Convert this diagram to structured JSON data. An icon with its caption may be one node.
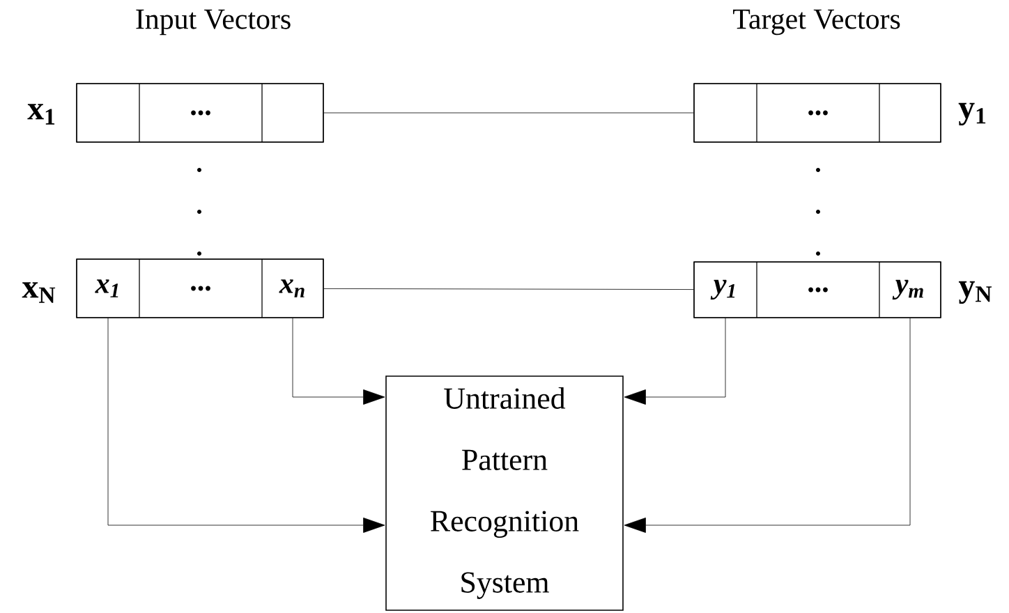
{
  "diagram": {
    "nodes": [
      {
        "text": [],
        "shape": "box",
        "beside": [
          "x$_{1}$"
        ]
      },
      {
        "text": [],
        "shape": "box",
        "in": 0
      },
      {
        "text": [
          "..."
        ],
        "in": 0
      },
      {
        "text": [],
        "shape": "box",
        "in": 0
      },
      {
        "text": [],
        "shape": "box",
        "beside": [
          "y$_{1}$"
        ]
      },
      {
        "text": [],
        "shape": "box",
        "in": 4
      },
      {
        "text": [
          "..."
        ],
        "in": 4
      },
      {
        "text": [],
        "shape": "box",
        "in": 4
      },
      {
        "text": [],
        "shape": "box",
        "beside": [
          "x$_{N}$"
        ]
      },
      {
        "text": [
          "x$_{1}$"
        ],
        "in": 8
      },
      {
        "text": [
          "..."
        ],
        "in": 8
      },
      {
        "text": [
          "x$_{n}$"
        ],
        "in": 8
      },
      {
        "text": [],
        "shape": "box",
        "beside": [
          "y$_{N}$"
        ]
      },
      {
        "text": [
          "y$_{1}$"
        ],
        "in": 12
      },
      {
        "text": [
          "..."
        ],
        "in": 12
      },
      {
        "text": [
          "y$_{m}$"
        ],
        "in": 12
      },
      {
        "text": [
          "Untrained Pattern Recognition System"
        ]
      }
    ],
    "edges": [
      {
        "from": 0,
        "to": 4,
        "arrow": "none"
      },
      {
        "from": 8,
        "to": 12,
        "arrow": "none"
      },
      {
        "from": 9,
        "to": 16,
        "arrow": "to"
      },
      {
        "from": 11,
        "to": 16,
        "arrow": "to"
      },
      {
        "from": 13,
        "to": 16,
        "arrow": "to"
      },
      {
        "from": 15,
        "to": 16,
        "arrow": "to"
      }
    ],
    "labels": [
      "Input Vectors",
      "Target Vectors"
    ]
  }
}
